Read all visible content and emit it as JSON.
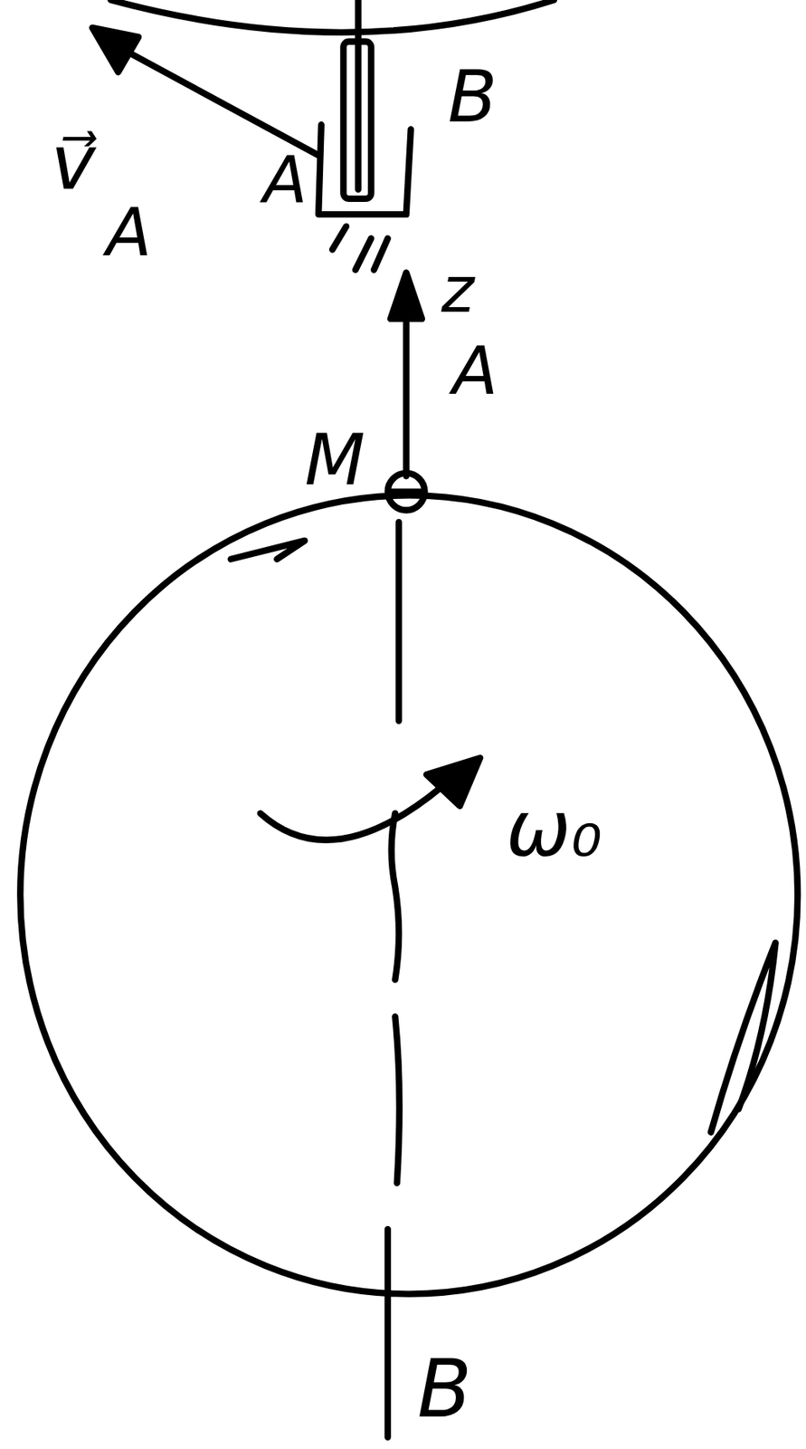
{
  "diagram": {
    "labels": [
      "B",
      "v⃗",
      "A",
      "A",
      "z",
      "A",
      "M",
      "ω₀",
      "B"
    ]
  }
}
